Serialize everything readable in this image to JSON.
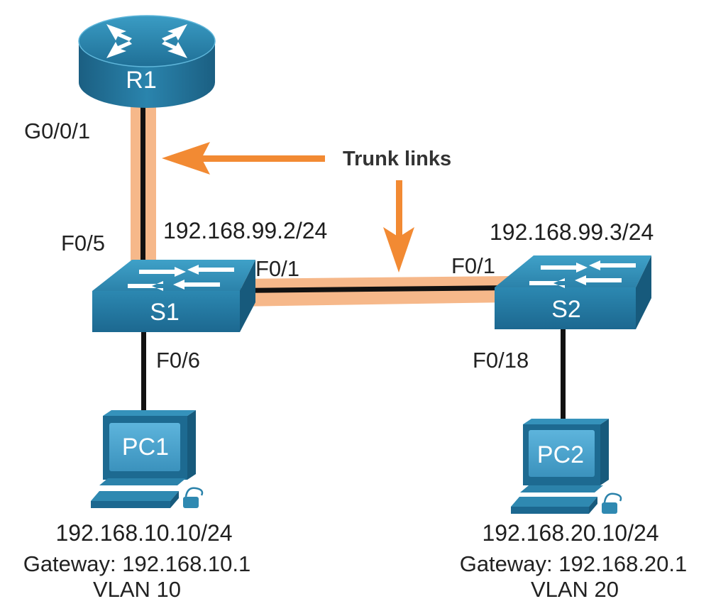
{
  "colors": {
    "trunk": "#f6b88a",
    "cable": "#111111",
    "arrow": "#f28a33",
    "device_dark": "#1b5f82",
    "device_mid": "#2b7ea3",
    "device_light": "#3c9bc2",
    "monitor_screen": "#4fa8d2"
  },
  "devices": {
    "router": {
      "name": "R1",
      "icon": "router-icon"
    },
    "switch1": {
      "name": "S1",
      "icon": "switch-icon"
    },
    "switch2": {
      "name": "S2",
      "icon": "switch-icon"
    },
    "pc1": {
      "name": "PC1",
      "icon": "pc-icon"
    },
    "pc2": {
      "name": "PC2",
      "icon": "pc-icon"
    }
  },
  "ports": {
    "r1_g001": "G0/0/1",
    "s1_f05": "F0/5",
    "s1_f01": "F0/1",
    "s2_f01": "F0/1",
    "s1_f06": "F0/6",
    "s2_f018": "F0/18"
  },
  "addresses": {
    "s1_ip": "192.168.99.2/24",
    "s2_ip": "192.168.99.3/24"
  },
  "annotation": {
    "trunk_links": "Trunk links"
  },
  "hosts": {
    "pc1": {
      "ip": "192.168.10.10/24",
      "gateway": "Gateway: 192.168.10.1",
      "vlan": "VLAN 10"
    },
    "pc2": {
      "ip": "192.168.20.10/24",
      "gateway": "Gateway: 192.168.20.1",
      "vlan": "VLAN 20"
    }
  }
}
